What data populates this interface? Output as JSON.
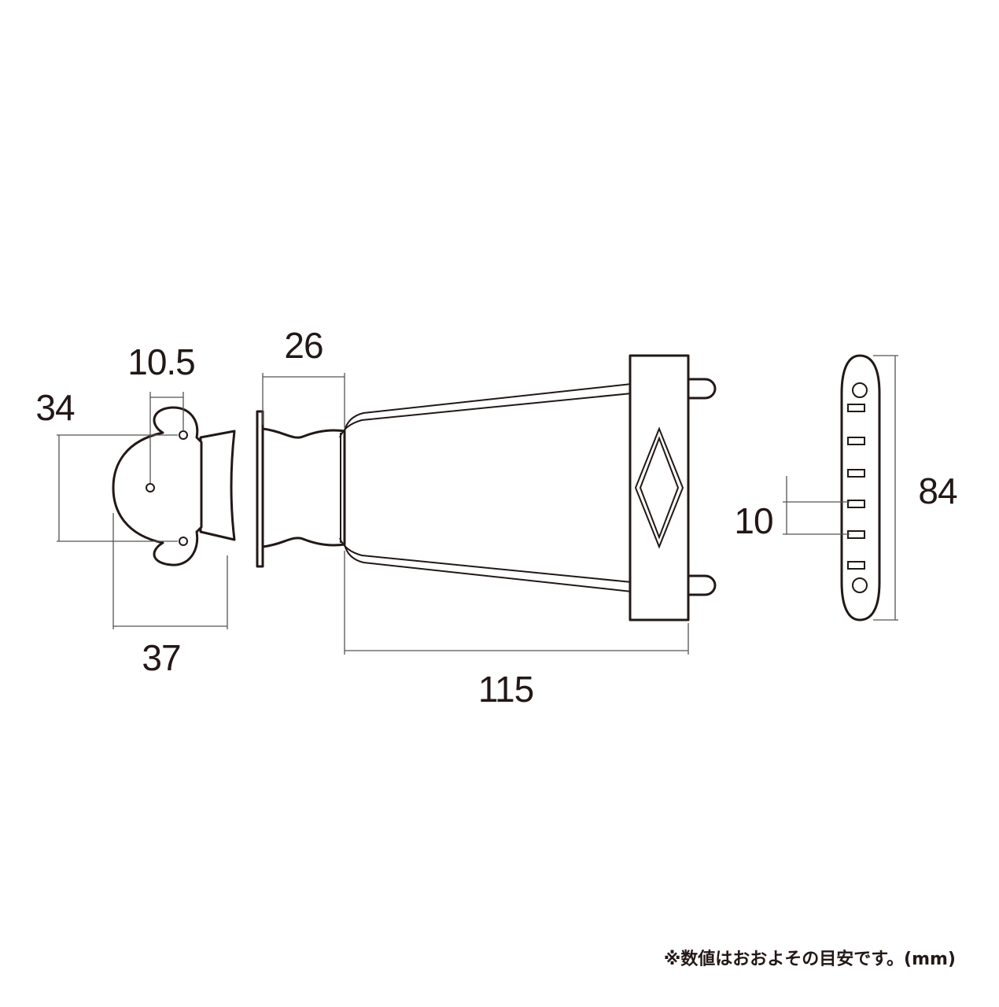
{
  "dimensions": {
    "front_hole_spacing": "10.5",
    "front_height": "34",
    "front_width": "37",
    "base_width": "26",
    "total_length": "115",
    "bar_hole_pitch": "10",
    "bar_length": "84"
  },
  "note": "※数値はおおよその目安です。(mm)"
}
